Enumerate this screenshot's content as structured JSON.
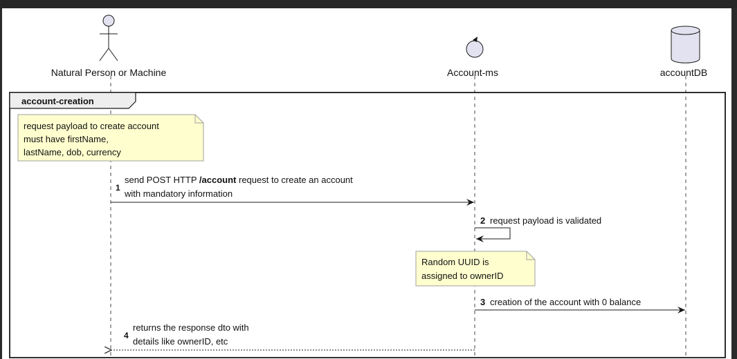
{
  "participants": [
    {
      "id": "actor",
      "label": "Natural Person or Machine",
      "icon": "actor-icon"
    },
    {
      "id": "service",
      "label": "Account-ms",
      "icon": "control-icon"
    },
    {
      "id": "db",
      "label": "accountDB",
      "icon": "database-icon"
    }
  ],
  "group": {
    "label": "account-creation"
  },
  "notes": {
    "note1": [
      "request payload to create account",
      "must have firstName,",
      "lastName, dob, currency"
    ],
    "note2": [
      "Random UUID is",
      " assigned to ownerID"
    ]
  },
  "messages": [
    {
      "num": "1",
      "line1_pre": "send POST HTTP ",
      "line1_bold": "/account",
      "line1_post": " request to create an account",
      "line2": " with mandatory information"
    },
    {
      "num": "2",
      "text": "request payload is validated"
    },
    {
      "num": "3",
      "text": "creation of the account with 0 balance"
    },
    {
      "num": "4",
      "line1": "returns the response dto with",
      "line2": " details like ownerID, etc"
    }
  ],
  "colors": {
    "note_fill": "#fefece",
    "note_border": "#a0a0a0",
    "group_tab_fill": "#eeeeee",
    "line": "#181818",
    "icon_fill": "#e2e2f0"
  }
}
